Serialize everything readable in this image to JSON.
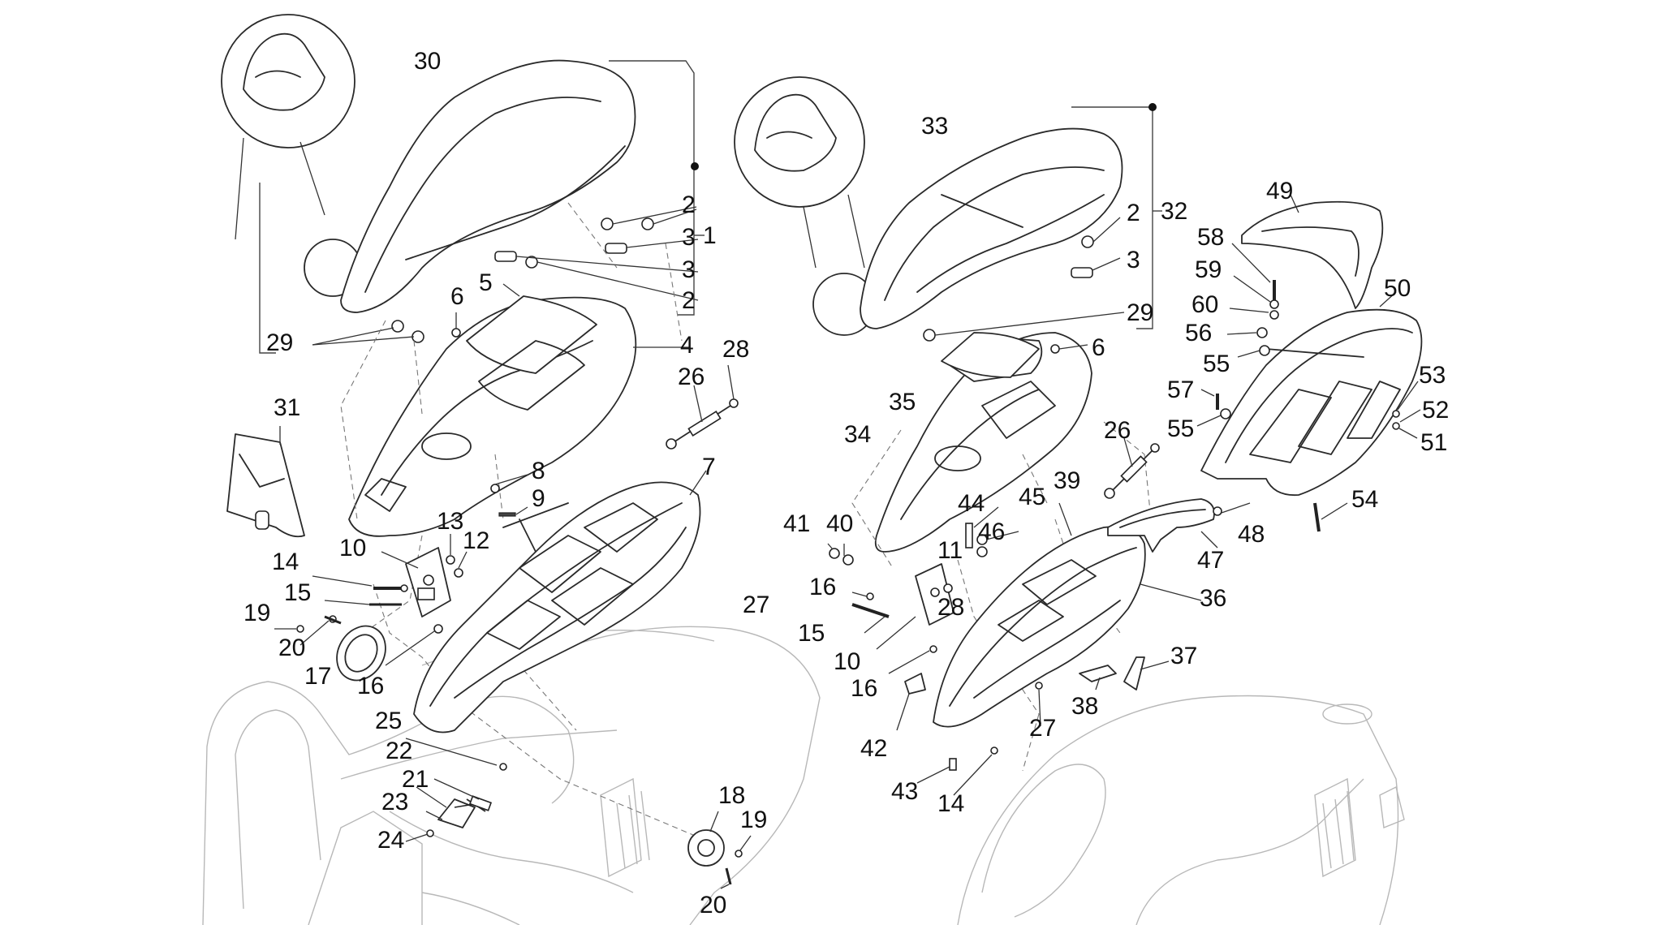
{
  "diagram": {
    "callouts": [
      "30",
      "2",
      "3",
      "1",
      "3",
      "2",
      "29",
      "6",
      "5",
      "4",
      "28",
      "26",
      "31",
      "8",
      "9",
      "7",
      "13",
      "12",
      "10",
      "14",
      "15",
      "19",
      "20",
      "17",
      "16",
      "27",
      "25",
      "22",
      "21",
      "23",
      "24",
      "18",
      "19",
      "20",
      "33",
      "2",
      "32",
      "3",
      "29",
      "6",
      "35",
      "34",
      "26",
      "44",
      "45",
      "46",
      "41",
      "40",
      "11",
      "39",
      "16",
      "28",
      "15",
      "10",
      "16",
      "42",
      "43",
      "14",
      "27",
      "38",
      "37",
      "36",
      "47",
      "48",
      "49",
      "58",
      "59",
      "60",
      "56",
      "55",
      "50",
      "53",
      "52",
      "51",
      "57",
      "55",
      "54"
    ]
  }
}
